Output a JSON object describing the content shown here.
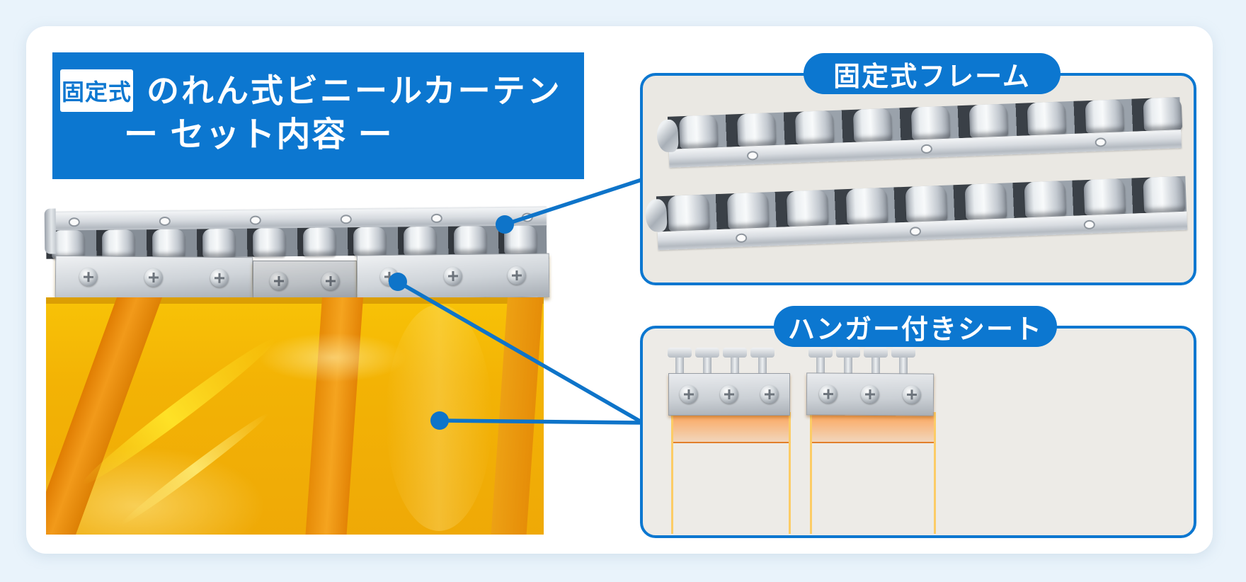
{
  "header": {
    "badge": "固定式",
    "title": "のれん式ビニールカーテン",
    "subtitle": "ー セット内容 ー"
  },
  "callouts": [
    {
      "id": "frame",
      "label": "固定式フレーム"
    },
    {
      "id": "sheet",
      "label": "ハンガー付きシート"
    }
  ],
  "colors": {
    "accent": "#0c77d0",
    "line": "#0e74c9",
    "page_bg": "#e9f3fb",
    "card_bg": "#ffffff",
    "photo_bg_frame": "#eae8e3",
    "photo_bg_sheet": "#edebe7",
    "curtain_yellow": "#f3b305",
    "curtain_overlap_orange": "#e8860a",
    "sheet_orange": "#f26500",
    "metal_gray": "#c6ccd2"
  }
}
